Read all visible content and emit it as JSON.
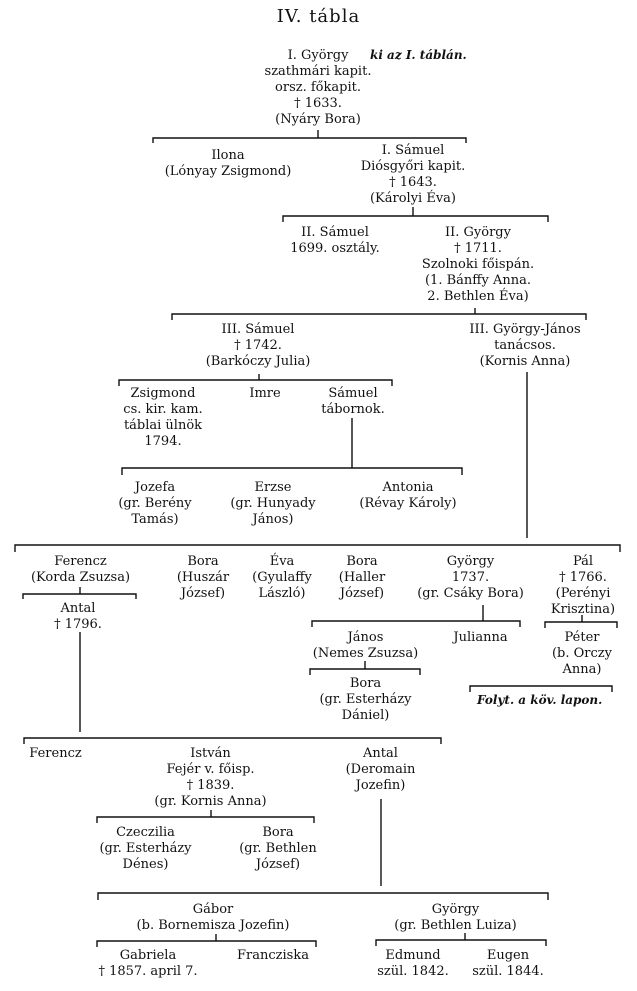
{
  "title": "IV. tábla",
  "note_top": "ki az I. táblán.",
  "note_bottom": "Folyt. a köv. lapon.",
  "people": {
    "gyorgy1": [
      "I. György",
      "szathmári kapit.",
      "orsz. főkapit.",
      "† 1633.",
      "(Nyáry Bora)"
    ],
    "ilona": [
      "Ilona",
      "(Lónyay Zsigmond)"
    ],
    "samuel1": [
      "I. Sámuel",
      "Diósgyőri kapit.",
      "† 1643.",
      "(Károlyi Éva)"
    ],
    "samuel2": [
      "II. Sámuel",
      "1699. osztály."
    ],
    "gyorgy2": [
      "II. György",
      "† 1711.",
      "Szolnoki főispán.",
      "(1. Bánffy Anna.",
      "2. Bethlen Éva)"
    ],
    "samuel3": [
      "III. Sámuel",
      "† 1742.",
      "(Barkóczy Julia)"
    ],
    "gyorgyjanos3": [
      "III. György-János",
      "tanácsos.",
      "(Kornis Anna)"
    ],
    "zsigmond": [
      "Zsigmond",
      "cs. kir. kam.",
      "táblai ülnök",
      "1794."
    ],
    "imre": [
      "Imre"
    ],
    "samuel_tab": [
      "Sámuel",
      "tábornok."
    ],
    "jozefa": [
      "Jozefa",
      "(gr. Berény",
      "Tamás)"
    ],
    "erzse": [
      "Erzse",
      "(gr. Hunyady",
      "János)"
    ],
    "antonia": [
      "Antonia",
      "(Révay Károly)"
    ],
    "ferencz1": [
      "Ferencz",
      "(Korda Zsuzsa)"
    ],
    "bora1": [
      "Bora",
      "(Huszár",
      "József)"
    ],
    "eva": [
      "Éva",
      "(Gyulaffy",
      "László)"
    ],
    "bora2": [
      "Bora",
      "(Haller",
      "József)"
    ],
    "gyorgy1737": [
      "György",
      "1737.",
      "(gr. Csáky Bora)"
    ],
    "pal": [
      "Pál",
      "† 1766.",
      "(Perényi",
      "Krisztina)"
    ],
    "antal1": [
      "Antal",
      "† 1796."
    ],
    "janos": [
      "János",
      "(Nemes Zsuzsa)"
    ],
    "julianna": [
      "Julianna"
    ],
    "peter": [
      "Péter",
      "(b. Orczy",
      "Anna)"
    ],
    "bora3": [
      "Bora",
      "(gr. Esterházy",
      "Dániel)"
    ],
    "ferencz2": [
      "Ferencz"
    ],
    "istvan": [
      "István",
      "Fejér v. főisp.",
      "† 1839.",
      "(gr. Kornis Anna)"
    ],
    "antal2": [
      "Antal",
      "(Deromain",
      "Jozefin)"
    ],
    "czeczilia": [
      "Czeczilia",
      "(gr. Esterházy",
      "Dénes)"
    ],
    "bora4": [
      "Bora",
      "(gr. Bethlen",
      "József)"
    ],
    "gabor": [
      "Gábor",
      "(b. Bornemisza Jozefin)"
    ],
    "gyorgy_last": [
      "György",
      "(gr. Bethlen Luiza)"
    ],
    "gabriela": [
      "Gabriela",
      "† 1857. april 7."
    ],
    "francziska": [
      "Francziska"
    ],
    "edmund": [
      "Edmund",
      "szül. 1842."
    ],
    "eugen": [
      "Eugen",
      "szül. 1844."
    ]
  }
}
